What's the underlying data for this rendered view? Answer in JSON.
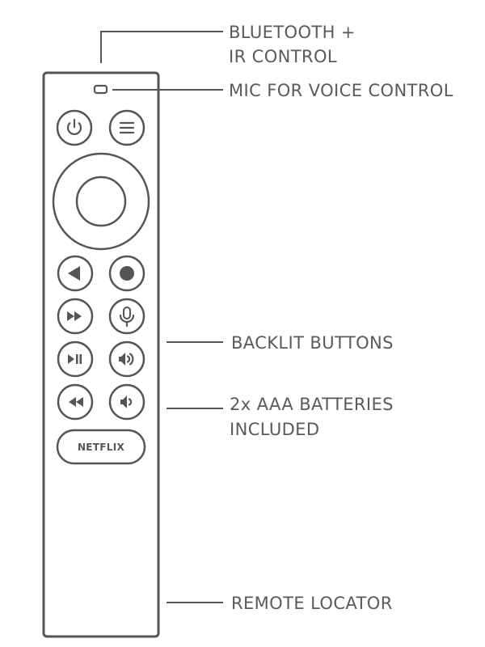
{
  "callouts": {
    "bluetooth": {
      "line1": "BLUETOOTH +",
      "line2": "IR CONTROL"
    },
    "mic": "MIC FOR VOICE CONTROL",
    "backlit": "BACKLIT BUTTONS",
    "batteries": {
      "line1": "2x AAA BATTERIES",
      "line2": "INCLUDED"
    },
    "locator": "REMOTE LOCATOR"
  },
  "remote": {
    "netflix_label": "NETFLIX"
  },
  "icons": [
    "power-icon",
    "menu-icon",
    "back-icon",
    "home-icon",
    "fast-forward-icon",
    "microphone-icon",
    "play-pause-icon",
    "volume-up-icon",
    "rewind-icon",
    "volume-down-icon"
  ]
}
